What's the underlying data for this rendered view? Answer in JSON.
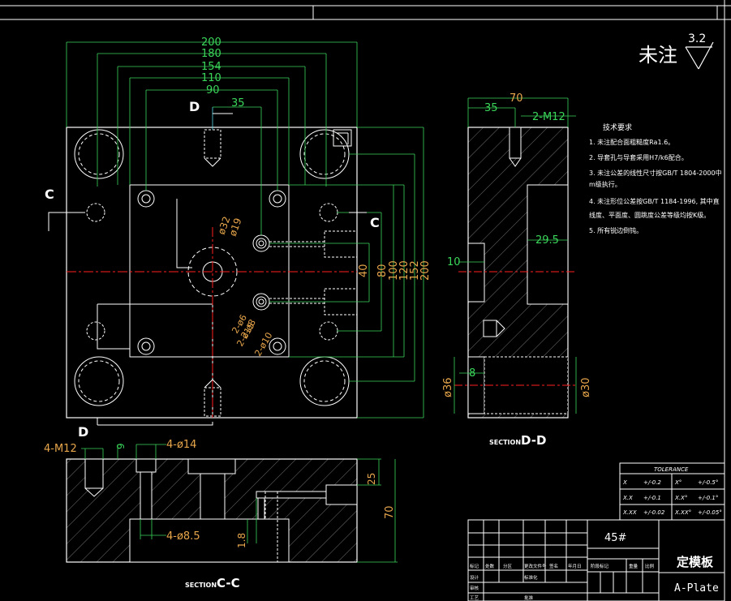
{
  "surface_mark": {
    "label": "未注",
    "value": "3.2"
  },
  "plan_view": {
    "top_dims": [
      "200",
      "180",
      "154",
      "110",
      "90",
      "35"
    ],
    "right_dims": [
      "40",
      "80",
      "100",
      "120",
      "152",
      "200"
    ],
    "diameters": [
      "ø32",
      "ø19"
    ],
    "left_labels": [
      "2-ø6",
      "2-ø8",
      "2-ø15",
      "2-ø10"
    ],
    "section_marks": [
      "D",
      "C",
      "C",
      "D"
    ]
  },
  "section_dd": {
    "dims": [
      "70",
      "35",
      "2-M12",
      "29.5",
      "10",
      "8",
      "ø36",
      "ø30"
    ],
    "title_prefix": "SECTION",
    "title": "D-D"
  },
  "section_cc": {
    "dims": [
      "4-M12",
      "9",
      "4-ø14",
      "4-ø8.5",
      "1.8",
      "25",
      "70"
    ],
    "title_prefix": "SECTION",
    "title": "C-C"
  },
  "notes": {
    "title": "技术要求",
    "items": [
      "1. 未注配合面粗糙度Ra1.6。",
      "2. 导套孔与导套采用H7/k6配合。",
      "3. 未注公差的线性尺寸按GB/T 1804-2000中",
      "   m级执行。",
      "4. 未注形位公差按GB/T 1184-1996, 其中直",
      "   线度、平面度、圆跳度公差等级均按K级。",
      "5. 所有锐边倒钝。"
    ]
  },
  "tolerance": {
    "title": "TOLERANCE",
    "rows": [
      [
        "X",
        "+/-0.2",
        "X°",
        "+/-0.5°"
      ],
      [
        "X.X",
        "+/-0.1",
        "X.X°",
        "+/-0.1°"
      ],
      [
        "X.XX",
        "+/-0.02",
        "X.XX°",
        "+/-0.05°"
      ]
    ]
  },
  "title_block": {
    "material": "45#",
    "part_cn": "定模板",
    "part_en": "A-Plate",
    "labels": [
      "标记",
      "处数",
      "分区",
      "更改文件号",
      "签名",
      "年月日",
      "设计",
      "标准化",
      "审核",
      "工艺",
      "批准",
      "阶段标记",
      "重量",
      "比例"
    ]
  }
}
